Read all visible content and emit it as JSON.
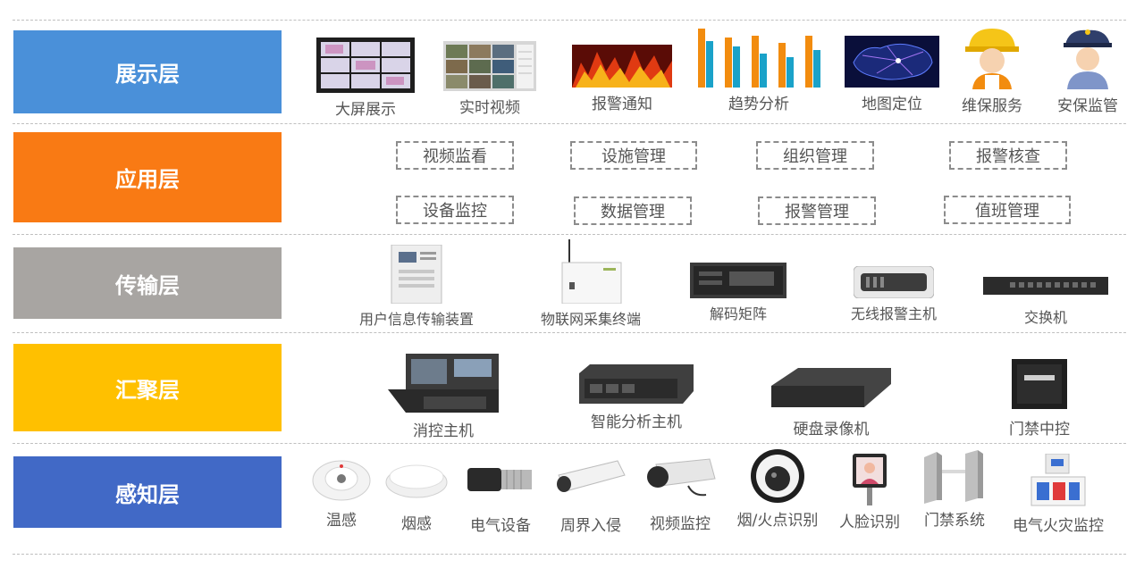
{
  "colors": {
    "display": "#4a90d9",
    "application": "#f97a14",
    "transport": "#a8a5a2",
    "aggregation": "#ffc000",
    "sensing": "#4169c6"
  },
  "layers": {
    "display": {
      "label": "展示层",
      "items": [
        "大屏展示",
        "实时视频",
        "报警通知",
        "趋势分析",
        "地图定位",
        "维保服务",
        "安保监管"
      ]
    },
    "application": {
      "label": "应用层",
      "chips": [
        "视频监看",
        "设施管理",
        "组织管理",
        "报警核查",
        "设备监控",
        "数据管理",
        "报警管理",
        "值班管理"
      ]
    },
    "transport": {
      "label": "传输层",
      "items": [
        "用户信息传输装置",
        "物联网采集终端",
        "解码矩阵",
        "无线报警主机",
        "交换机"
      ]
    },
    "aggregation": {
      "label": "汇聚层",
      "items": [
        "消控主机",
        "智能分析主机",
        "硬盘录像机",
        "门禁中控"
      ]
    },
    "sensing": {
      "label": "感知层",
      "items": [
        "温感",
        "烟感",
        "电气设备",
        "周界入侵",
        "视频监控",
        "烟/火点识别",
        "人脸识别",
        "门禁系统",
        "电气火灾监控"
      ]
    }
  }
}
